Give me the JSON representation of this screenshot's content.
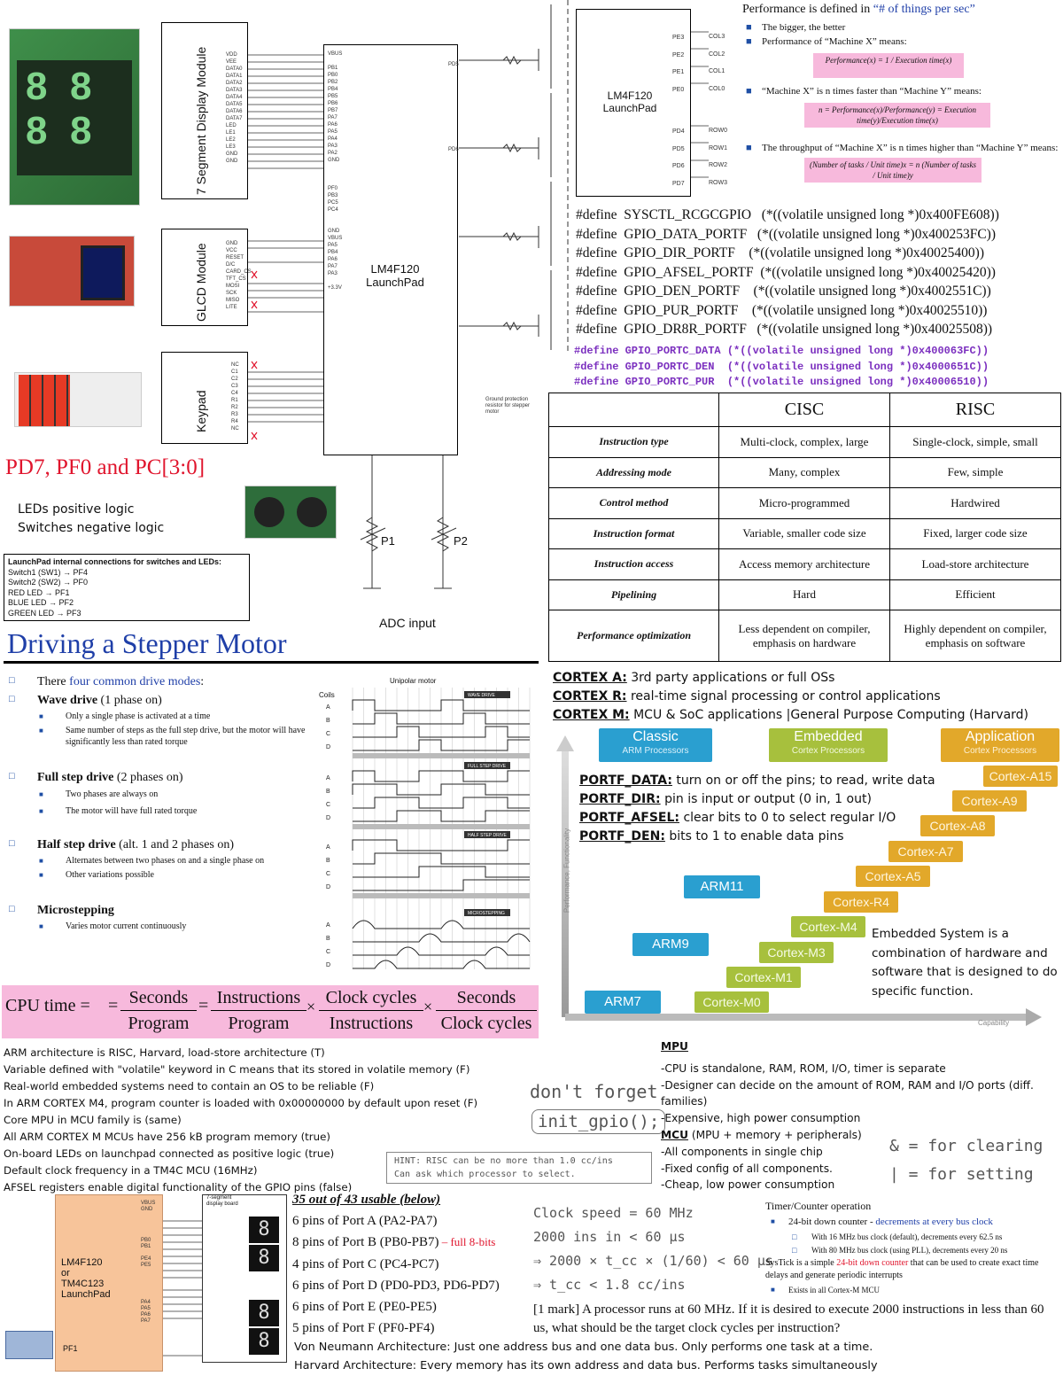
{
  "schematic": {
    "modules": [
      "7 Segment Display Module",
      "GLCD Module",
      "Keypad"
    ],
    "mcu_label": "LM4F120\nLaunchPad",
    "mcu_label_small": "LM4F120\nLaunchPad",
    "pins_title": "PD7, PF0 and PC[3:0]",
    "logic": [
      "LEDs positive logic",
      "Switches negative logic"
    ],
    "internal_title": "LaunchPad internal connections for switches and LEDs:",
    "internal": [
      "Switch1 (SW1) → PF4",
      "Switch2 (SW2) → PF0",
      "RED LED → PF1",
      "BLUE LED → PF2",
      "GREEN LED → PF3"
    ],
    "adc_label": "ADC input",
    "pot_labels": [
      "P1",
      "P2"
    ],
    "cols": [
      "COL3",
      "COL2",
      "COL1",
      "COL0"
    ],
    "rows": [
      "ROW0",
      "ROW1",
      "ROW2",
      "ROW3"
    ],
    "col_pins": [
      "PE3",
      "PE2",
      "PE1",
      "PE0"
    ],
    "row_pins": [
      "PD4",
      "PD5",
      "PD6",
      "PD7"
    ]
  },
  "performance": {
    "title_prefix": "Performance is defined in ",
    "title_highlight": "“# of things per sec”",
    "b1": "The bigger, the better",
    "b2": "Performance of “Machine X” means:",
    "f1": "Performance(x) = 1 / Execution time(x)",
    "b3": "“Machine X” is n times faster than “Machine Y” means:",
    "f2": "n = Performance(x)/Performance(y) = Execution time(y)/Execution time(x)",
    "b4": "The throughput of “Machine X” is n times higher than “Machine Y” means:",
    "f3": "(Number of tasks / Unit time)x = n (Number of tasks / Unit time)y"
  },
  "defines": [
    "#define  SYSCTL_RCGCGPIO   (*((volatile unsigned long *)0x400FE608))",
    "#define  GPIO_DATA_PORTF   (*((volatile unsigned long *)0x400253FC))",
    "#define  GPIO_DIR_PORTF    (*((volatile unsigned long *)0x40025400))",
    "#define  GPIO_AFSEL_PORTF  (*((volatile unsigned long *)0x40025420))",
    "#define  GPIO_DEN_PORTF    (*((volatile unsigned long *)0x4002551C))",
    "#define  GPIO_PUR_PORTF    (*((volatile unsigned long *)0x40025510))",
    "#define  GPIO_DR8R_PORTF   (*((volatile unsigned long *)0x40025508))"
  ],
  "defines_c": [
    "#define GPIO_PORTC_DATA (*((volatile unsigned long *)0x400063FC))",
    "#define GPIO_PORTC_DEN  (*((volatile unsigned long *)0x4000651C))",
    "#define GPIO_PORTC_PUR  (*((volatile unsigned long *)0x40006510))"
  ],
  "cisc_risc": {
    "headers": [
      "CISC",
      "RISC"
    ],
    "rows": [
      [
        "Instruction type",
        "Multi-clock, complex, large",
        "Single-clock, simple, small"
      ],
      [
        "Addressing mode",
        "Many, complex",
        "Few, simple"
      ],
      [
        "Control method",
        "Micro-programmed",
        "Hardwired"
      ],
      [
        "Instruction format",
        "Variable, smaller code size",
        "Fixed, larger code size"
      ],
      [
        "Instruction access",
        "Access memory architecture",
        "Load-store architecture"
      ],
      [
        "Pipelining",
        "Hard",
        "Efficient"
      ],
      [
        "Performance optimization",
        "Less dependent on compiler, emphasis on hardware",
        "Highly dependent on compiler, emphasis on software"
      ]
    ]
  },
  "cortex": [
    {
      "k": "CORTEX A:",
      "v": " 3rd party applications or full OSs"
    },
    {
      "k": "CORTEX R:",
      "v": " real-time signal processing or control applications"
    },
    {
      "k": "CORTEX M:",
      "v": " MCU & SoC applications |General Purpose Computing (Harvard)"
    }
  ],
  "arm_chart": {
    "classic": [
      "Classic",
      "ARM Processors"
    ],
    "embedded": [
      "Embedded",
      "Cortex Processors"
    ],
    "application": [
      "Application",
      "Cortex Processors"
    ],
    "y_axis": "Performance, Functionality",
    "x_axis": "Capability",
    "arm": [
      "ARM7",
      "ARM9",
      "ARM11"
    ],
    "m": [
      "Cortex-M0",
      "Cortex-M1",
      "Cortex-M3",
      "Cortex-M4"
    ],
    "a": [
      "Cortex-R4",
      "Cortex-A5",
      "Cortex-A7",
      "Cortex-A8",
      "Cortex-A9",
      "Cortex-A15"
    ]
  },
  "portf": [
    {
      "k": "PORTF_DATA:",
      "v": " turn on or off the pins; to read, write data"
    },
    {
      "k": "PORTF_DIR:",
      "v": " pin is input or output (0 in, 1 out)"
    },
    {
      "k": "PORTF_AFSEL:",
      "v": " clear bits to 0 to select regular I/O"
    },
    {
      "k": "PORTF_DEN:",
      "v": " bits to 1 to enable data pins"
    }
  ],
  "embedded_note": "Embedded System is a combination of hardware and software that is designed to do specific function.",
  "stepper": {
    "title": "Driving a Stepper Motor",
    "intro_prefix": "There ",
    "intro_highlight": "four common drive modes",
    "intro_suffix": ":",
    "modes": [
      {
        "name": "Wave drive",
        "note": " (1 phase on)",
        "subs": [
          "Only a single phase is activated at a time",
          "Same number of steps as the full step drive, but the motor will have significantly less than rated torque"
        ]
      },
      {
        "name": "Full step drive",
        "note": " (2 phases on)",
        "subs": [
          "Two phases are always on",
          "The motor will have full rated torque"
        ]
      },
      {
        "name": "Half step drive",
        "note": " (alt. 1 and 2 phases on)",
        "subs": [
          "Alternates between two phases on and a single phase on",
          "Other variations possible"
        ]
      },
      {
        "name": "Microstepping",
        "note": "",
        "subs": [
          "Varies motor current continuously"
        ]
      }
    ],
    "chart_title": "Unipolar motor",
    "coils_label": "Coils",
    "coil_letters": [
      "A",
      "B",
      "C",
      "D"
    ],
    "mode_tags": [
      "WAVE DRIVE",
      "FULL STEP DRIVE",
      "HALF STEP DRIVE",
      "MICROSTEPPING"
    ]
  },
  "cpu_time": {
    "lhs": "CPU time =",
    "eq": "=",
    "times": "×",
    "terms": [
      [
        "Seconds",
        "Program"
      ],
      [
        "Instructions",
        "Program"
      ],
      [
        "Clock cycles",
        "Instructions"
      ],
      [
        "Seconds",
        "Clock cycles"
      ]
    ]
  },
  "facts": [
    "ARM architecture is RISC, Harvard, load-store architecture (T)",
    "Variable defined with \"volatile\" keyword in C means that its stored in volatile memory (F)",
    "Real-world embedded systems need to contain an OS to be reliable (F)",
    "In ARM CORTEX M4, program counter is loaded with 0x00000000 by default upon reset (F)",
    "Core MPU in MCU family is (same)",
    "All ARM CORTEX M MCUs have 256 kB program memory (true)",
    "On-board LEDs on launchpad connected as positive logic (true)",
    "Default clock frequency in a TM4C MCU (16MHz)",
    "AFSEL registers enable digital functionality of the GPIO pins (false)"
  ],
  "handwritten": {
    "forget": "don't forget",
    "init": "init_gpio();",
    "hint": "HINT: RISC can be no more than 1.0 cc/ins\nCan ask which processor to select.",
    "clock": [
      "Clock speed = 60 MHz",
      "2000 ins in < 60 µs",
      "⇒ 2000 × t_cc × (1/60) < 60 µs",
      "⇒ t_cc < 1.8 cc/ins"
    ],
    "and_clear": "& = for clearing",
    "or_set": "| = for setting"
  },
  "mpu": {
    "title": "MPU",
    "lines": [
      "-CPU is standalone, RAM, ROM, I/O, timer is separate",
      "-Designer can decide on the amount of ROM, RAM and I/O ports (diff. families)",
      "-Expensive, high power consumption"
    ],
    "mcu_title": "MCU",
    "mcu_def": " (MPU + memory + peripherals)",
    "mcu_lines": [
      "-All components in single chip",
      "-Fixed config of all components.",
      "-Cheap, low power consumption"
    ]
  },
  "timer": {
    "title": "Timer/Counter operation",
    "b1_prefix": "24-bit down counter - ",
    "b1_highlight": "decrements at every bus clock",
    "sub1": "With 16 MHz bus clock (default), decrements every 62.5 ns",
    "sub2": "With 80 MHz bus clock (using PLL), decrements every 20 ns",
    "systick_prefix": "SysTick is a simple ",
    "systick_highlight": "24-bit down counter",
    "systick_suffix": " that can be used to create exact time delays and generate periodic interrupts",
    "b2": "Exists in all Cortex-M MCU"
  },
  "ports": {
    "title": "35 out of 43 usable (below)",
    "lines": [
      "6 pins of Port A (PA2-PA7)",
      "8 pins of Port B (PB0-PB7)",
      "4 pins of Port C (PC4-PC7)",
      "6 pins of Port D (PD0-PD3, PD6-PD7)",
      "6 pins of Port E (PE0-PE5)",
      "5 pins of Port F (PF0-PF4)"
    ],
    "b_suffix": " – full 8-bits"
  },
  "board2": {
    "label": "LM4F120\nor\nTM4C123\nLaunchPad",
    "display": "7-segment\ndisplay board",
    "pf1": "PF1"
  },
  "question": "[1 mark] A processor runs at 60 MHz. If it is desired to execute 2000 instructions in less than 60 us, what should be the target clock cycles per instruction?",
  "architectures": [
    "Von Neumann Architecture: Just one address bus and one data bus. Only performs one task at a time.",
    "Harvard Architecture: Every memory has its own address and data bus. Performs tasks simultaneously"
  ],
  "colors": {
    "accent_blue": "#1f3fa8",
    "purple": "#7b2fbf",
    "pink": "#f7b9dc",
    "red": "#e0152d"
  }
}
